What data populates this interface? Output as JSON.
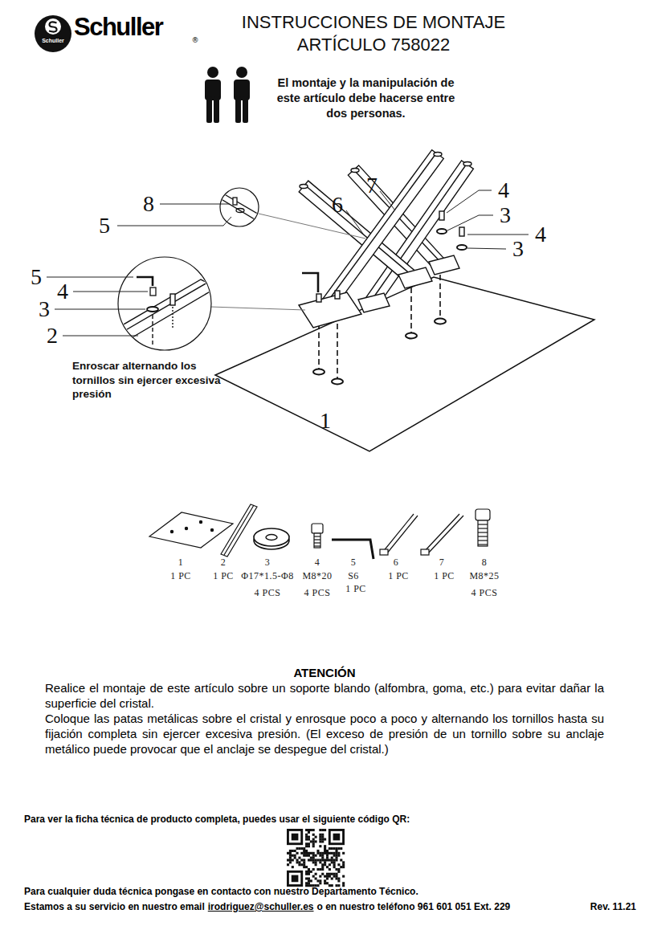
{
  "diagram": {
    "title": "INSTRUCCIONES DE MONTAJE ARTÍCULO 758022",
    "labels": [
      "Schuller",
      "Schuller",
      "®",
      "El montaje y la manipulación de este artículo debe hacerse entre dos personas.",
      "8",
      "7",
      "4",
      "5",
      "6",
      "3",
      "4",
      "3",
      "5",
      "4",
      "3",
      "2",
      "Enroscar alternando los tornillos sin ejercer excesiva presión",
      "1",
      "1",
      "1 PC",
      "2",
      "1 PC",
      "3",
      "Φ17*1.5-Φ8",
      "4 PCS",
      "4",
      "M8*20",
      "4 PCS",
      "5",
      "S6",
      "1 PC",
      "6",
      "1 PC",
      "7",
      "1 PC",
      "8",
      "M8*25",
      "4 PCS",
      "ATENCIÓN",
      "Realice el montaje de este artículo sobre un soporte blando (alfombra, goma, etc.) para evitar dañar la superficie del cristal.",
      "Coloque las patas metálicas sobre el cristal y enrosque poco a poco y alternando los tornillos hasta su fijación completa sin ejercer excesiva presión. (El exceso de presión de un tornillo sobre su anclaje metálico puede provocar que el anclaje se despegue del cristal.)",
      "Para ver la ficha técnica de producto completa, puedes usar el siguiente código QR:",
      "Para cualquier duda técnica pongase en contacto con nuestro Departamento Técnico.",
      "Estamos a su servicio en nuestro email",
      "irodriguez@schuller.es",
      "o en nuestro teléfono 961 601 051 Ext. 229",
      "Rev. 11.21"
    ]
  }
}
